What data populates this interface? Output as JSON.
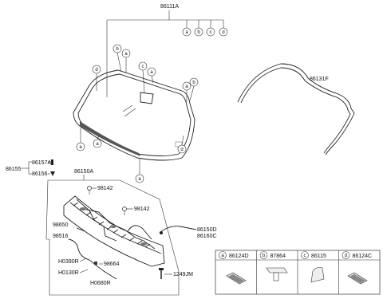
{
  "parts": {
    "windshield_glass": "86111A",
    "glass_seal": "86131F",
    "stud_assy": "86155",
    "stud_upper": "86157A",
    "stud_lower": "86156",
    "cowl_panel": "86150A",
    "clip_1": "98142",
    "clip_2": "98142",
    "washer_hose_a": "98650",
    "washer_hose_b": "98516",
    "grommet_1": "H0390R",
    "grommet_2": "H0130R",
    "grommet_3": "H0680R",
    "connector": "98664",
    "cowl_seal_r": "86150D",
    "cowl_seal_l": "86160C",
    "bolt": "1249JM"
  },
  "callout_letters": {
    "a": "a",
    "b": "b",
    "c": "c",
    "d": "d"
  },
  "legend": {
    "items": [
      {
        "letter": "a",
        "part_no": "86124D"
      },
      {
        "letter": "b",
        "part_no": "87864"
      },
      {
        "letter": "c",
        "part_no": "86115"
      },
      {
        "letter": "d",
        "part_no": "86124C"
      }
    ]
  }
}
